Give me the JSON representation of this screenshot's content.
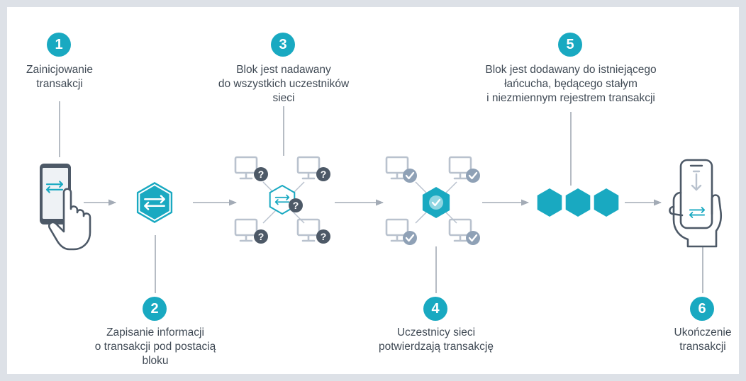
{
  "colors": {
    "background": "#dde1e7",
    "panel": "#ffffff",
    "accent": "#19a9c1",
    "accent_light": "#8fd6e2",
    "line": "#a3abb6",
    "device": "#4d5967",
    "monitor": "#b9c2ce",
    "question": "#4d5967",
    "check": "#8fa1b6",
    "text": "#404a55"
  },
  "steps": [
    {
      "number": "1",
      "lines": [
        "Zainicjowanie",
        "transakcji"
      ],
      "icon": "phone-tap-icon"
    },
    {
      "number": "2",
      "lines": [
        "Zapisanie informacji",
        "o transakcji pod postacią",
        "bloku"
      ],
      "icon": "hexagon-exchange-icon"
    },
    {
      "number": "3",
      "lines": [
        "Blok jest nadawany",
        "do wszystkich uczestników",
        "sieci"
      ],
      "icon": "network-broadcast-icon"
    },
    {
      "number": "4",
      "lines": [
        "Uczestnicy sieci",
        "potwierdzają transakcję"
      ],
      "icon": "network-verify-icon"
    },
    {
      "number": "5",
      "lines": [
        "Blok jest dodawany do istniejącego",
        "łańcucha, będącego stałym",
        "i niezmiennym rejestrem transakcji"
      ],
      "icon": "blockchain-icon"
    },
    {
      "number": "6",
      "lines": [
        "Ukończenie",
        "transakcji"
      ],
      "icon": "phone-hand-icon"
    }
  ],
  "icons": {
    "question_mark": "?",
    "check_mark": "check-icon",
    "exchange_arrows": "exchange-arrows-icon"
  }
}
